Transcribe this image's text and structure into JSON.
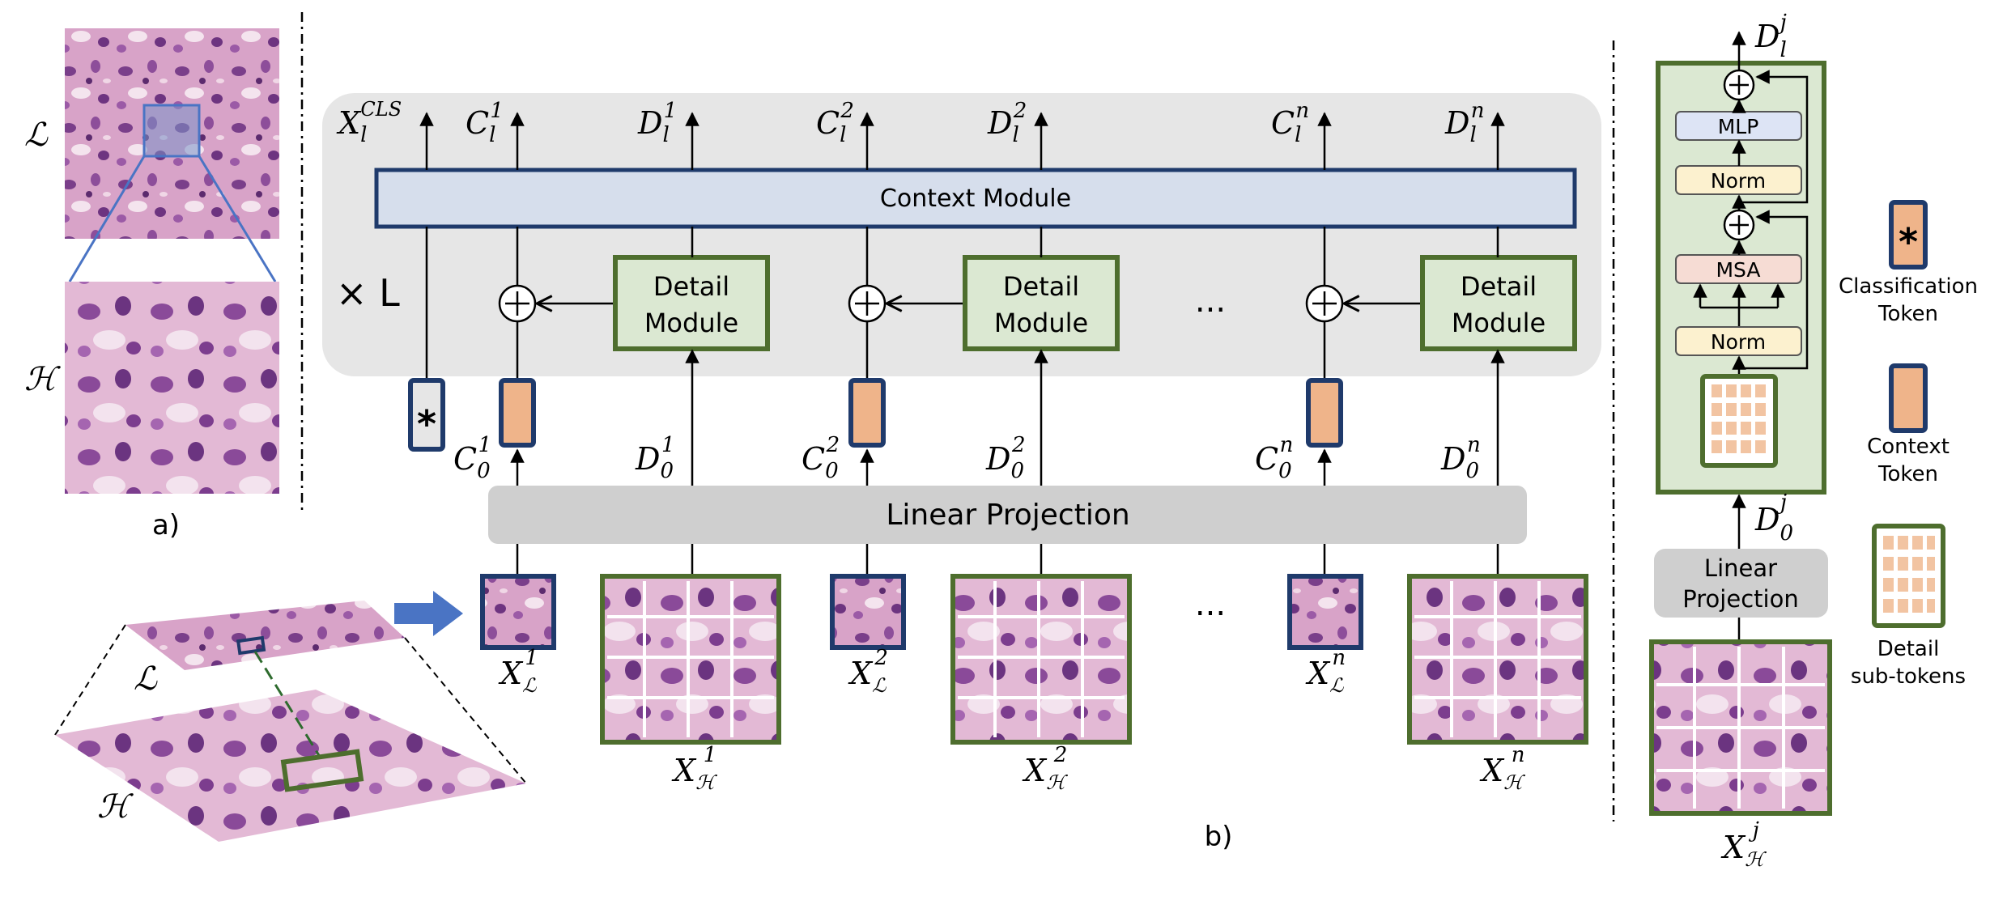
{
  "colors": {
    "panel_bg": "#e6e6e6",
    "context_fill": "#d6deec",
    "context_stroke": "#1f3a6b",
    "detail_fill": "#dbe8d2",
    "detail_stroke": "#4e6e2e",
    "token_stroke": "#1f3a6b",
    "token_fill": "#efb48a",
    "linear_fill": "#cfcfcf",
    "mlp_fill": "#dde4f5",
    "norm_fill": "#fcf1cf",
    "msa_fill": "#f6dcd4",
    "arrow_blue": "#4a74c4"
  },
  "panel_a": {
    "label_low": "ℒ",
    "label_high": "ℋ",
    "caption": "a)"
  },
  "panel_b": {
    "caption": "b)",
    "repeat_label": "× L",
    "context_module": "Context Module",
    "detail_module_line1": "Detail",
    "detail_module_line2": "Module",
    "linear_projection": "Linear Projection",
    "ellipsis": "...",
    "pyramid_low": "ℒ",
    "pyramid_high": "ℋ",
    "cls_star": "*",
    "out_cls": {
      "base": "X",
      "sub": "l",
      "sup": "CLS"
    },
    "outputs": [
      {
        "base": "C",
        "sub": "l",
        "sup": "1"
      },
      {
        "base": "D",
        "sub": "l",
        "sup": "1"
      },
      {
        "base": "C",
        "sub": "l",
        "sup": "2"
      },
      {
        "base": "D",
        "sub": "l",
        "sup": "2"
      },
      {
        "base": "C",
        "sub": "l",
        "sup": "n"
      },
      {
        "base": "D",
        "sub": "l",
        "sup": "n"
      }
    ],
    "inputs_mid": [
      {
        "base": "C",
        "sub": "0",
        "sup": "1"
      },
      {
        "base": "D",
        "sub": "0",
        "sup": "1"
      },
      {
        "base": "C",
        "sub": "0",
        "sup": "2"
      },
      {
        "base": "D",
        "sub": "0",
        "sup": "2"
      },
      {
        "base": "C",
        "sub": "0",
        "sup": "n"
      },
      {
        "base": "D",
        "sub": "0",
        "sup": "n"
      }
    ],
    "patch_low": [
      {
        "base": "X",
        "sub": "ℒ",
        "sup": "1"
      },
      {
        "base": "X",
        "sub": "ℒ",
        "sup": "2"
      },
      {
        "base": "X",
        "sub": "ℒ",
        "sup": "n"
      }
    ],
    "patch_high": [
      {
        "base": "X",
        "sub": "ℋ",
        "sup": "1"
      },
      {
        "base": "X",
        "sub": "ℋ",
        "sup": "2"
      },
      {
        "base": "X",
        "sub": "ℋ",
        "sup": "n"
      }
    ]
  },
  "panel_c": {
    "out": {
      "base": "D",
      "sub": "l",
      "sup": "j"
    },
    "in": {
      "base": "D",
      "sub": "0",
      "sup": "j"
    },
    "patch": {
      "base": "X",
      "sub": "ℋ",
      "sup": "j"
    },
    "mlp": "MLP",
    "norm": "Norm",
    "msa": "MSA",
    "linear_line1": "Linear",
    "linear_line2": "Projection",
    "legend": [
      {
        "line1": "Classification",
        "line2": "Token",
        "symbol": "*"
      },
      {
        "line1": "Context",
        "line2": "Token"
      },
      {
        "line1": "Detail",
        "line2": "sub-tokens"
      }
    ]
  }
}
